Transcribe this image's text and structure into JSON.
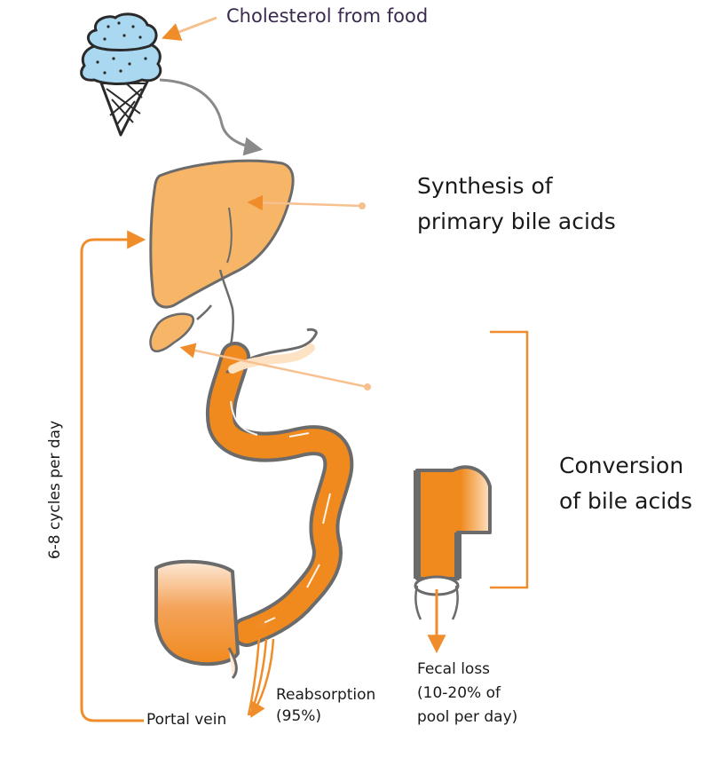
{
  "labels": {
    "cholesterol": "Cholesterol from food",
    "synthesis": "Synthesis of\nprimary bile acids",
    "conversion": "Conversion\nof bile acids",
    "cycles": "6-8 cycles per day",
    "portal_vein": "Portal vein",
    "reabsorption": "Reabsorption\n(95%)",
    "fecal_loss": "Fecal loss\n(10-20% of\npool per day)"
  },
  "colors": {
    "organ_fill": "#f7b568",
    "intestine_fill": "#f08a1e",
    "flow_arrow": "#ef8d2a",
    "pointer": "#f6c08f",
    "outline": "#6b6b6b",
    "ice_cream": "#a9d8f0"
  },
  "icons": [
    "ice-cream-icon",
    "liver-icon",
    "gallbladder-icon",
    "small-intestine-icon",
    "colon-icon"
  ]
}
